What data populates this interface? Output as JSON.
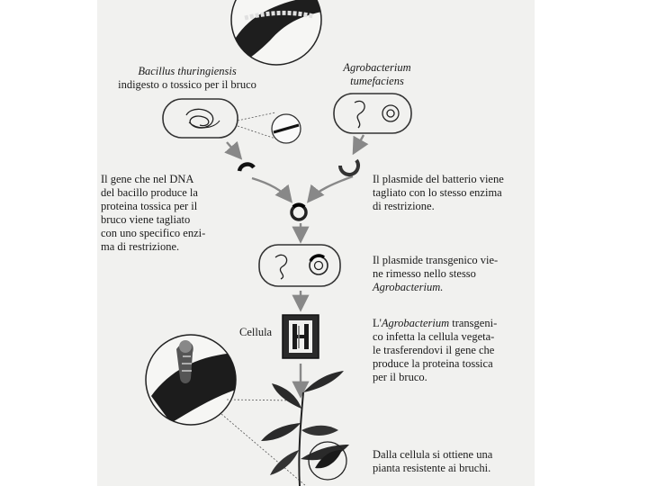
{
  "organisms": {
    "bacillus": {
      "name": "Bacillus thuringiensis",
      "note": "indigesto o tossico per il bruco"
    },
    "agrobacterium": {
      "name_lines": [
        "Agrobacterium",
        "tumefaciens"
      ]
    }
  },
  "steps": {
    "gene_cut": {
      "lines": [
        "Il gene che nel DNA",
        "del bacillo produce la",
        "proteina tossica per il",
        "bruco viene tagliato",
        "con uno specifico enzi-",
        "ma di restrizione."
      ]
    },
    "plasmid_cut": {
      "lines": [
        "Il plasmide del batterio viene",
        "tagliato con lo stesso enzima",
        "di restrizione."
      ]
    },
    "reinsert": {
      "lines": [
        "Il plasmide transgenico vie-",
        "ne rimesso nello stesso"
      ],
      "italic_line": "Agrobacterium."
    },
    "infect": {
      "prefix": "L'",
      "italic": "Agrobacterium",
      "suffix": " transgeni-",
      "lines": [
        "co infetta la cellula vegeta-",
        "le trasferendovi il gene che",
        "produce la proteina tossica",
        "per il bruco."
      ]
    },
    "result": {
      "lines": [
        "Dalla cellula si ottiene una",
        "pianta resistente ai bruchi."
      ]
    }
  },
  "labels": {
    "cell": "Cellula"
  }
}
